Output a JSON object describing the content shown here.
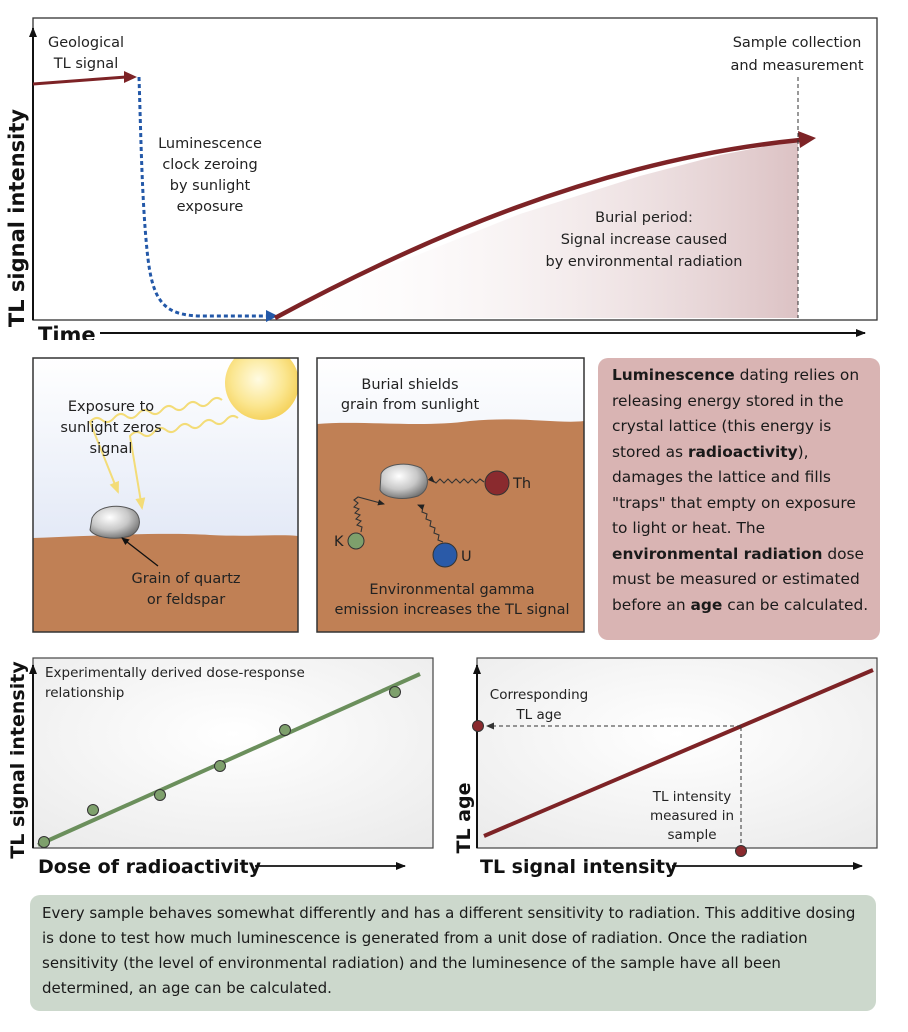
{
  "timeline": {
    "y_axis_label": "TL signal intensity",
    "x_axis_label": "Time",
    "geological_signal": [
      "Geological",
      "TL signal"
    ],
    "zeroing": [
      "Luminescence",
      "clock zeroing",
      "by sunlight",
      "exposure"
    ],
    "sample_collection": [
      "Sample collection",
      "and measurement"
    ],
    "burial": [
      "Burial period:",
      "Signal increase caused",
      "by environmental radiation"
    ]
  },
  "exposure_panel": {
    "text": [
      "Exposure to",
      "sunlight zeros",
      "signal"
    ],
    "grain_label": [
      "Grain of quartz",
      "or feldspar"
    ]
  },
  "burial_panel": {
    "text": [
      "Burial shields",
      "grain from sunlight"
    ],
    "elements": {
      "th": "Th",
      "k": "K",
      "u": "U"
    },
    "gamma": [
      "Environmental gamma",
      "emission increases the TL signal"
    ]
  },
  "info_box": {
    "p1_bold": "Luminescence",
    "p1_a": " dating relies on releasing energy stored in the crystal lattice (this energy is stored as ",
    "p1_bold2": "radioactivity",
    "p1_b": "), damages the lattice and fills \"traps\" that empty on exposure to light or heat. The ",
    "p1_bold3": "environmental radiation",
    "p1_c": " dose must be measured or estimated before an ",
    "p1_bold4": "age",
    "p1_d": " can be calculated."
  },
  "dose_response": {
    "title": [
      "Experimentally derived dose-response",
      "relationship"
    ],
    "y_axis_label": "TL signal intensity",
    "x_axis_label": "Dose of radioactivity"
  },
  "age_plot": {
    "y_axis_label": "TL age",
    "x_axis_label": "TL signal intensity",
    "corresponding": [
      "Corresponding",
      "TL age"
    ],
    "measured": [
      "TL intensity",
      "measured in",
      "sample"
    ]
  },
  "note": "Every sample behaves somewhat differently and has a different sensitivity to radiation.  This additive dosing is done to test how much luminescence is generated from a unit dose of radiation.  Once the radiation sensitivity (the level of environmental radiation) and the luminesence of the sample have all been determined, an age can be calculated.",
  "colors": {
    "signal_red": "#7d2326",
    "zeroing_blue": "#2358a8",
    "ground": "#c08055",
    "sky": "#dfe6f6",
    "info_box": "#d9b4b3",
    "note_box": "#ccd8cc",
    "fit_line": "#6b8f5c",
    "data_point": "#7ea06c"
  }
}
